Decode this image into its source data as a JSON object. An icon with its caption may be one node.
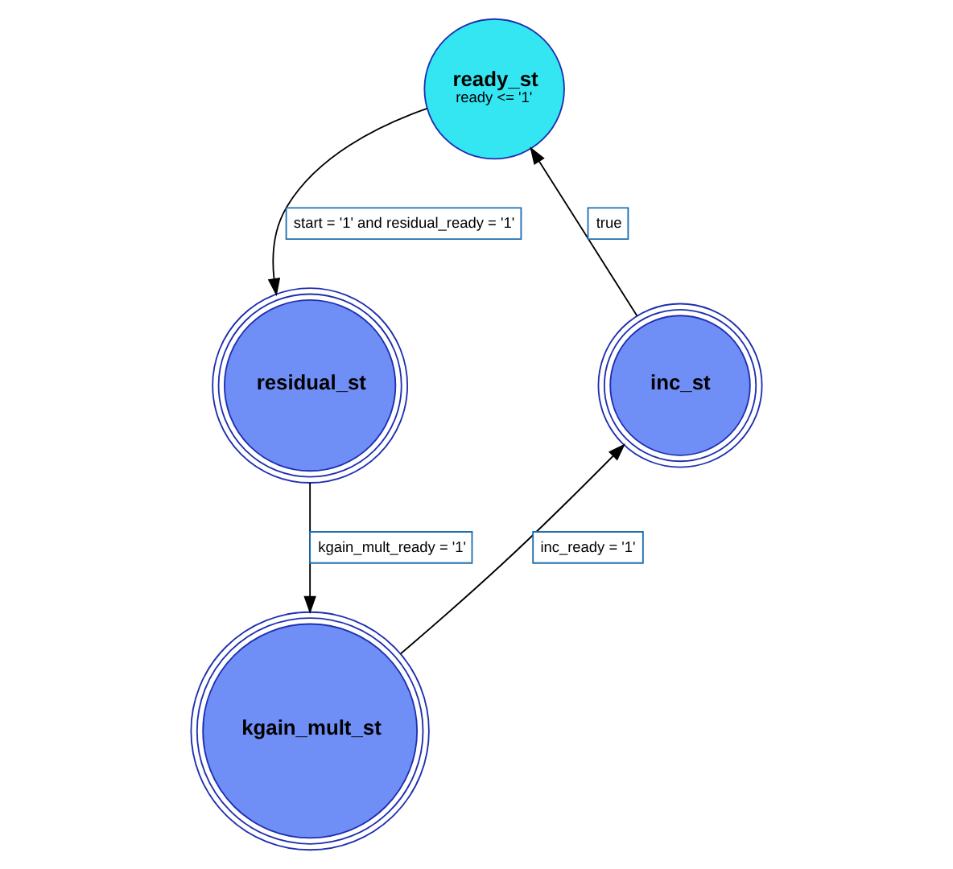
{
  "diagram": {
    "nodes": [
      {
        "text": [
          "ready_st",
          "ready <= '1'"
        ]
      },
      {
        "text": [
          "residual_st"
        ]
      },
      {
        "text": [
          "kgain_mult_st"
        ]
      },
      {
        "text": [
          "inc_st"
        ]
      }
    ],
    "edges": [
      {
        "from": 1,
        "to": 2,
        "arrow": "to",
        "label": "kgain_mult_ready = '1'"
      },
      {
        "from": 2,
        "to": 3,
        "arrow": "to",
        "label": "inc_ready = '1'"
      },
      {
        "from": 3,
        "to": 0,
        "arrow": "to",
        "label": "true"
      },
      {
        "from": 0,
        "to": 1,
        "arrow": "to",
        "label": "start = '1' and residual_ready = '1'"
      }
    ]
  }
}
